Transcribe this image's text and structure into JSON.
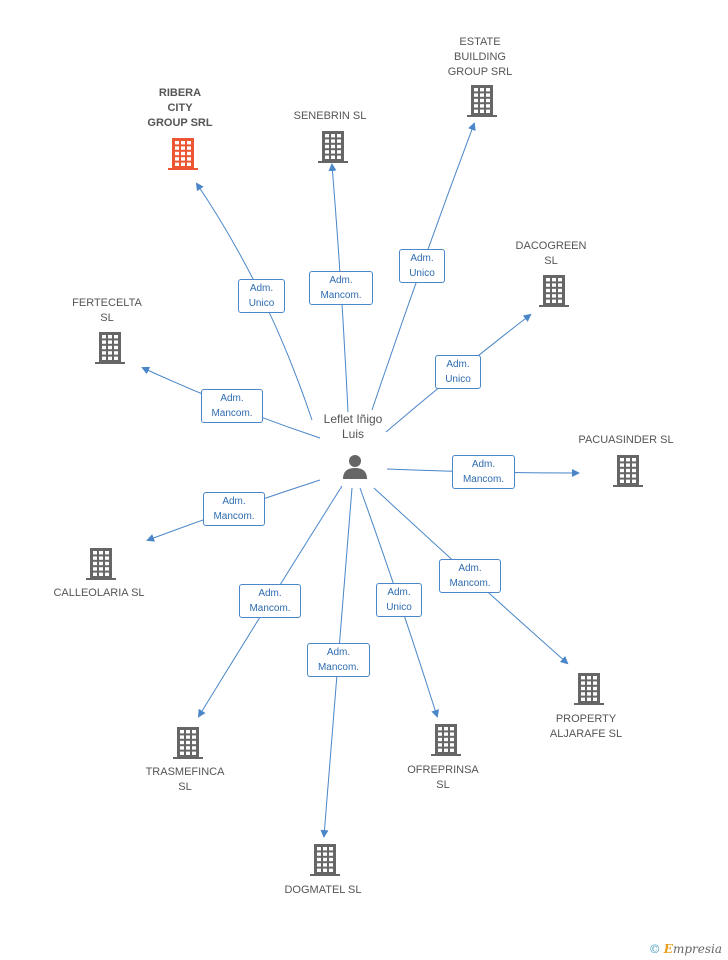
{
  "center": {
    "name": "Leflet Iñigo\nLuis"
  },
  "colors": {
    "line": "#4a86c8",
    "building": "#666666",
    "highlight": "#ee5533"
  },
  "nodes": [
    {
      "id": "ribera",
      "label": "RIBERA\nCITY\nGROUP SRL",
      "highlight": true,
      "rel": "Adm.\nUnico"
    },
    {
      "id": "senebrin",
      "label": "SENEBRIN SL",
      "highlight": false,
      "rel": "Adm.\nMancom."
    },
    {
      "id": "estate",
      "label": "ESTATE\nBUILDING\nGROUP SRL",
      "highlight": false,
      "rel": "Adm.\nUnico"
    },
    {
      "id": "dacogreen",
      "label": "DACOGREEN\nSL",
      "highlight": false,
      "rel": "Adm.\nUnico"
    },
    {
      "id": "fertecelta",
      "label": "FERTECELTA\nSL",
      "highlight": false,
      "rel": "Adm.\nMancom."
    },
    {
      "id": "pacuasinder",
      "label": "PACUASINDER SL",
      "highlight": false,
      "rel": "Adm.\nMancom."
    },
    {
      "id": "calleolaria",
      "label": "CALLEOLARIA SL",
      "highlight": false,
      "rel": "Adm.\nMancom."
    },
    {
      "id": "property",
      "label": "PROPERTY\nALJARAFE SL",
      "highlight": false,
      "rel": "Adm.\nMancom."
    },
    {
      "id": "trasmefinca",
      "label": "TRASMEFINCA\nSL",
      "highlight": false,
      "rel": "Adm.\nMancom."
    },
    {
      "id": "ofreprinsa",
      "label": "OFREPRINSA\nSL",
      "highlight": false,
      "rel": "Adm.\nUnico"
    },
    {
      "id": "dogmatel",
      "label": "DOGMATEL SL",
      "highlight": false,
      "rel": "Adm.\nMancom."
    }
  ],
  "footer": {
    "copyright": "©",
    "brand_initial": "E",
    "brand_rest": "mpresia"
  }
}
